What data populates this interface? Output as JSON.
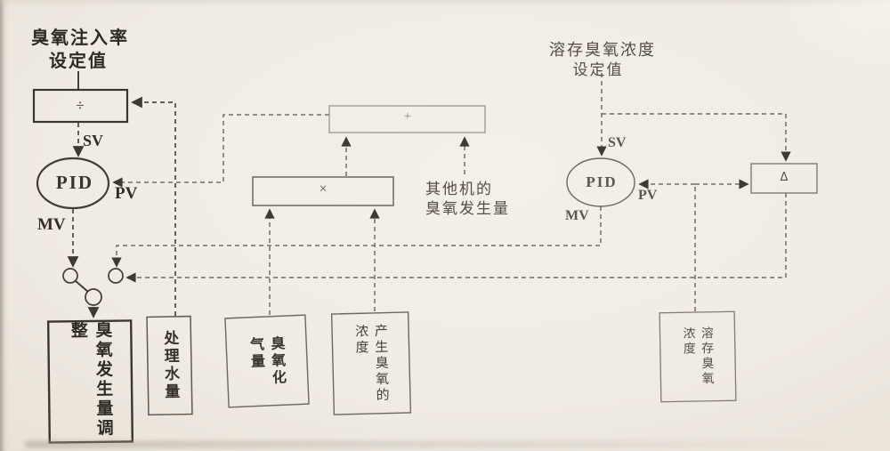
{
  "colors": {
    "paper": "#f0ebe3",
    "line_dark": "#4d473f",
    "line_faint": "#746d60",
    "text": "#2e2a24"
  },
  "left_chain": {
    "setpoint_line1": "臭氧注入率",
    "setpoint_line2": "设定值",
    "operator": "÷",
    "sv": "SV",
    "pid": "PID",
    "pv": "PV",
    "mv": "MV"
  },
  "right_chain": {
    "setpoint_line1": "溶存臭氧浓度",
    "setpoint_line2": "设定值",
    "sv": "SV",
    "pid": "PID",
    "pv": "PV",
    "mv": "MV",
    "delta_operator": "Δ"
  },
  "middle": {
    "sum_operator": "+",
    "multiply_operator": "×",
    "other_machines_line1": "其他机的",
    "other_machines_line2": "臭氧发生量"
  },
  "bottom_boxes": {
    "generation_adjust": "臭氧发生量调整",
    "treated_water": "处理水量",
    "ozonized_gas": "臭氧化\n气量",
    "produced_ozone_concentration": "产生臭氧的\n浓度",
    "dissolved_ozone": "溶存臭氧\n浓度"
  }
}
